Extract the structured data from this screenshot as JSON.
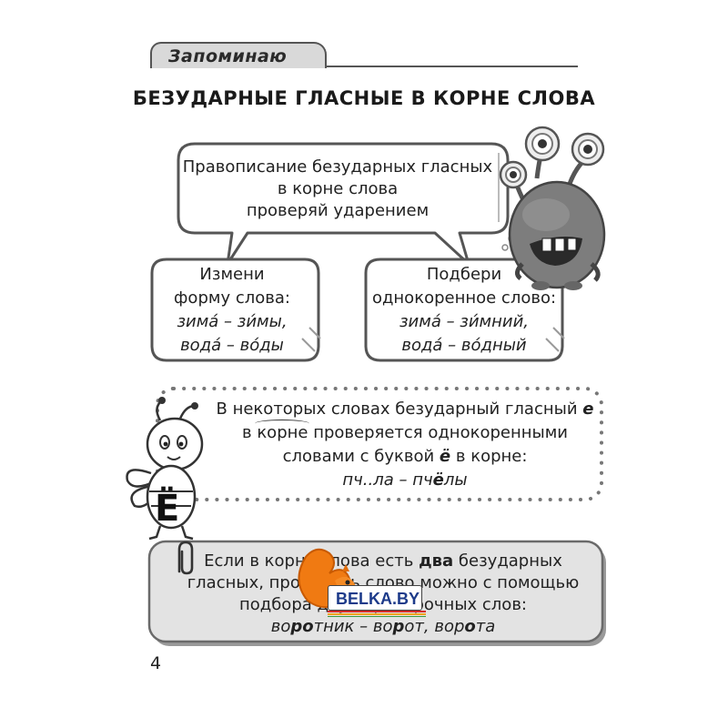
{
  "header": {
    "tab_label": "Запоминаю"
  },
  "title": "БЕЗУДАРНЫЕ ГЛАСНЫЕ В КОРНЕ СЛОВА",
  "speech_bubble": {
    "lines": [
      "Правописание безударных гласных",
      "в корне слова",
      "проверяй ударением"
    ]
  },
  "left_box": {
    "rule_lines": [
      "Измени",
      "форму слова:"
    ],
    "example_1": "зима́ – зи́мы,",
    "example_2": "вода́ – во́ды"
  },
  "right_box": {
    "rule_lines": [
      "Подбери",
      "однокоренное слово:"
    ],
    "example_1": "зима́ – зи́мний,",
    "example_2": "вода́ – во́дный"
  },
  "dotted_box": {
    "line1_a": "В некоторых словах безударный гласный",
    "line1_letter": "е",
    "line2_a": "в",
    "line2_korne": "корне",
    "line2_b": "проверяется однокоренными",
    "line3_a": "словами с буквой",
    "line3_letter": "ё",
    "line3_b": "в корне:",
    "example_a": "пч..ла – пч",
    "example_bold": "ё",
    "example_b": "лы"
  },
  "bee_letter": "Ё",
  "gray_box": {
    "line1": "Если в корне слова есть",
    "line1_bold": "два",
    "line1_b": "безударных",
    "line2": "гласных, проверить слово можно с помощью",
    "line3": "подбора двух проверочных слов:",
    "ex_a": "во",
    "ex_a_b": "р",
    "ex_a_c": "о",
    "ex_a_d": "тник – во",
    "ex_b": "р",
    "ex_b2": "от, вор",
    "ex_c": "о",
    "ex_c2": "та"
  },
  "page_number": "4",
  "watermark": {
    "text": "BELKA.BY"
  }
}
